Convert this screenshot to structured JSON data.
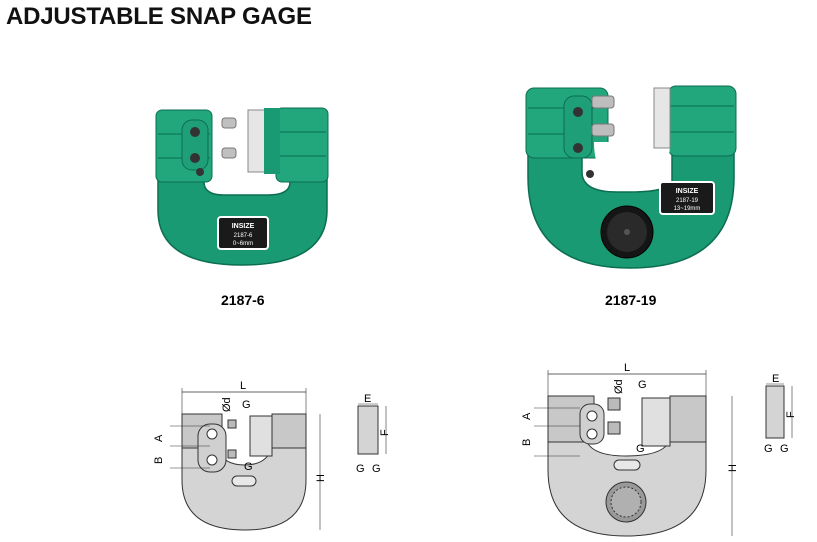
{
  "page_title": "ADJUSTABLE SNAP GAGE",
  "products": [
    {
      "model": "2187-6",
      "badge_brand": "INSIZE",
      "badge_model": "2187-6",
      "badge_range": "0~6mm"
    },
    {
      "model": "2187-19",
      "badge_brand": "INSIZE",
      "badge_model": "2187-19",
      "badge_range": "13~19mm"
    }
  ],
  "drawing_labels": {
    "L": "L",
    "A": "A",
    "B": "B",
    "H": "H",
    "d": "Ød",
    "G": "G",
    "E": "E",
    "F": "F"
  },
  "colors": {
    "gage_body": "#1a9a72",
    "gage_dark": "#0b6e50",
    "drawing_fill": "#d4d4d4",
    "drawing_stroke": "#333333"
  }
}
